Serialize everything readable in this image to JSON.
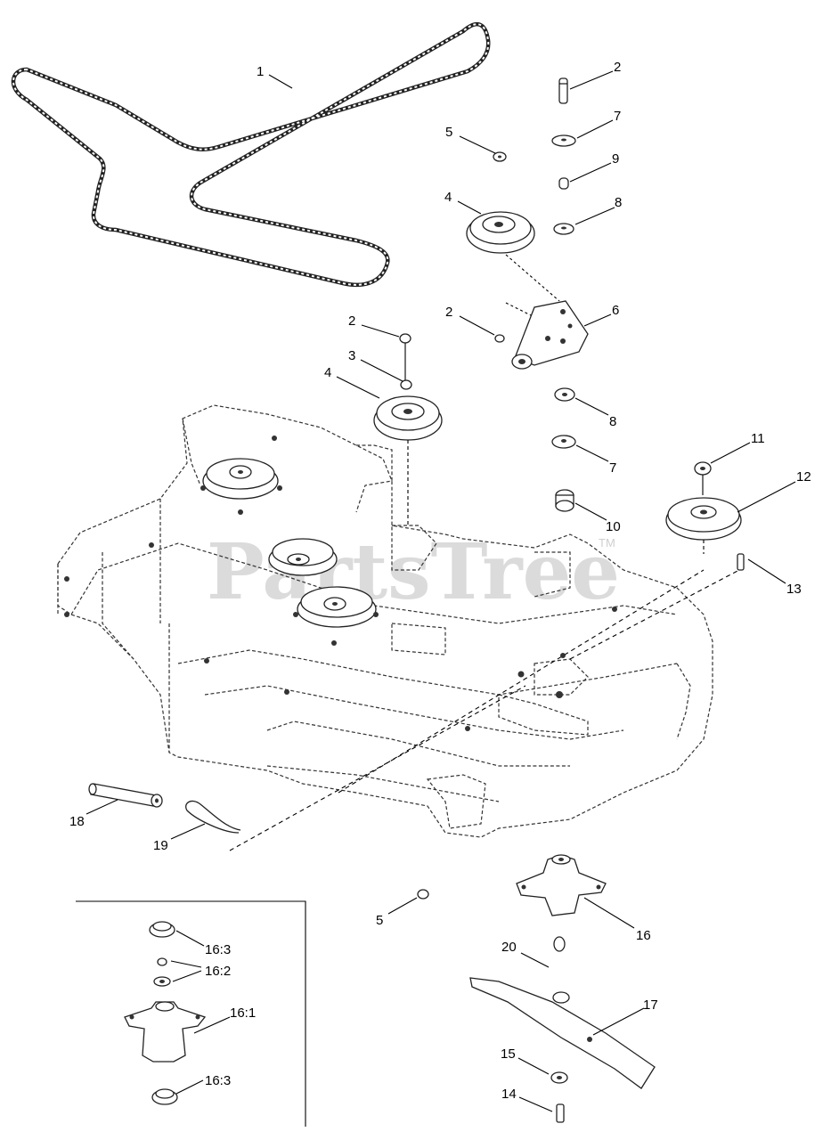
{
  "watermark": {
    "text": "PartsTree",
    "tm": "TM"
  },
  "callouts": [
    {
      "id": "c-1",
      "text": "1"
    },
    {
      "id": "c-2a",
      "text": "2"
    },
    {
      "id": "c-7a",
      "text": "7"
    },
    {
      "id": "c-5a",
      "text": "5"
    },
    {
      "id": "c-9",
      "text": "9"
    },
    {
      "id": "c-4a",
      "text": "4"
    },
    {
      "id": "c-8a",
      "text": "8"
    },
    {
      "id": "c-2b",
      "text": "2"
    },
    {
      "id": "c-6",
      "text": "6"
    },
    {
      "id": "c-2c",
      "text": "2"
    },
    {
      "id": "c-3",
      "text": "3"
    },
    {
      "id": "c-4b",
      "text": "4"
    },
    {
      "id": "c-8b",
      "text": "8"
    },
    {
      "id": "c-7b",
      "text": "7"
    },
    {
      "id": "c-11",
      "text": "11"
    },
    {
      "id": "c-12",
      "text": "12"
    },
    {
      "id": "c-10",
      "text": "10"
    },
    {
      "id": "c-13",
      "text": "13"
    },
    {
      "id": "c-18",
      "text": "18"
    },
    {
      "id": "c-19",
      "text": "19"
    },
    {
      "id": "c-5b",
      "text": "5"
    },
    {
      "id": "c-16",
      "text": "16"
    },
    {
      "id": "c-20",
      "text": "20"
    },
    {
      "id": "c-17",
      "text": "17"
    },
    {
      "id": "c-15",
      "text": "15"
    },
    {
      "id": "c-14",
      "text": "14"
    },
    {
      "id": "c-16-3a",
      "text": "16:3"
    },
    {
      "id": "c-16-2",
      "text": "16:2"
    },
    {
      "id": "c-16-1",
      "text": "16:1"
    },
    {
      "id": "c-16-3b",
      "text": "16:3"
    }
  ]
}
